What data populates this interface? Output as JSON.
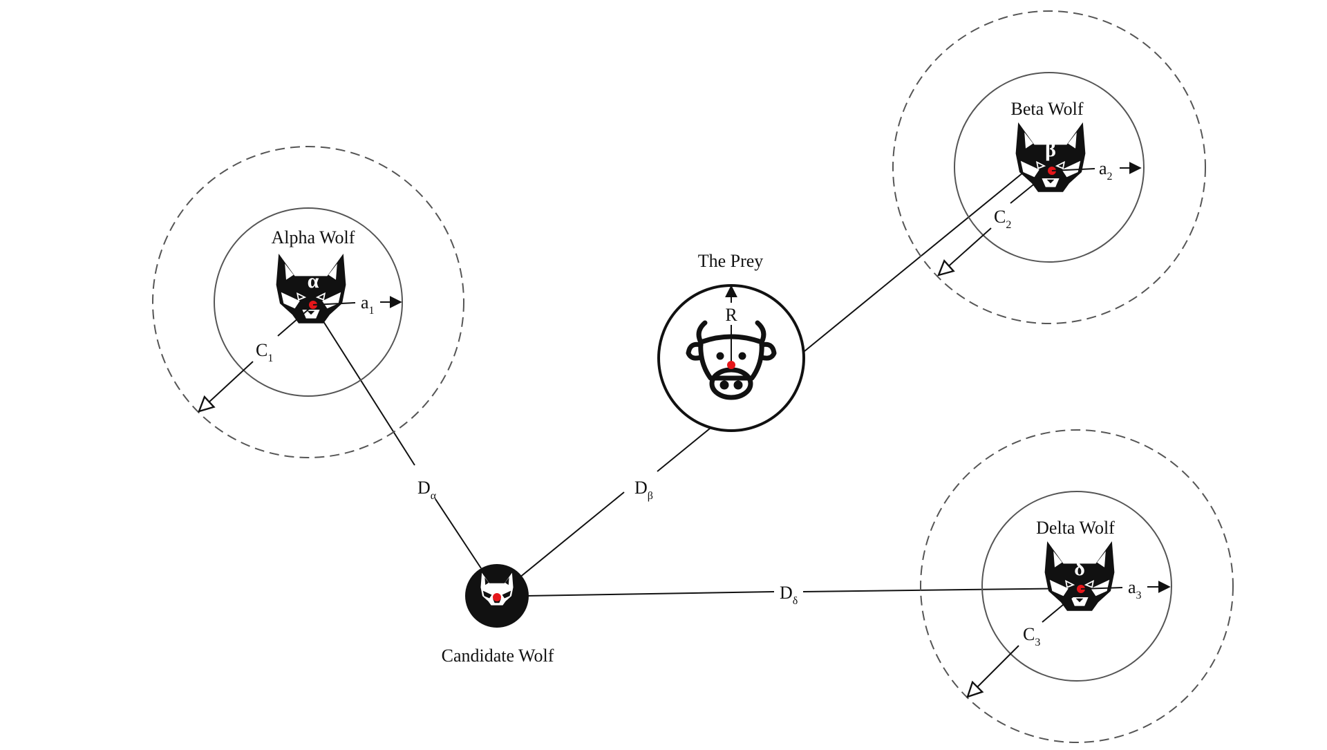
{
  "colors": {
    "ink": "#111111",
    "dashed_ring": "#555555",
    "solid_ring": "#555555",
    "center_dot": "#e5161a",
    "candidate_fill": "#111111"
  },
  "icons": {
    "alpha": "wolf-head-icon",
    "beta": "wolf-head-icon",
    "delta": "wolf-head-icon",
    "prey": "cow-head-icon",
    "candidate": "wolf-head-icon"
  },
  "alpha": {
    "label": "Alpha Wolf",
    "symbol": "α",
    "a_label": "a",
    "a_sub": "1",
    "c_label": "C",
    "c_sub": "1"
  },
  "beta": {
    "label": "Beta Wolf",
    "symbol": "β",
    "a_label": "a",
    "a_sub": "2",
    "c_label": "C",
    "c_sub": "2"
  },
  "delta": {
    "label": "Delta Wolf",
    "symbol": "δ",
    "a_label": "a",
    "a_sub": "3",
    "c_label": "C",
    "c_sub": "3"
  },
  "prey": {
    "label": "The Prey",
    "r_label": "R"
  },
  "candidate": {
    "label": "Candidate Wolf"
  },
  "distances": {
    "d_alpha": {
      "label": "D",
      "sub": "α"
    },
    "d_beta": {
      "label": "D",
      "sub": "β"
    },
    "d_delta": {
      "label": "D",
      "sub": "δ"
    }
  }
}
